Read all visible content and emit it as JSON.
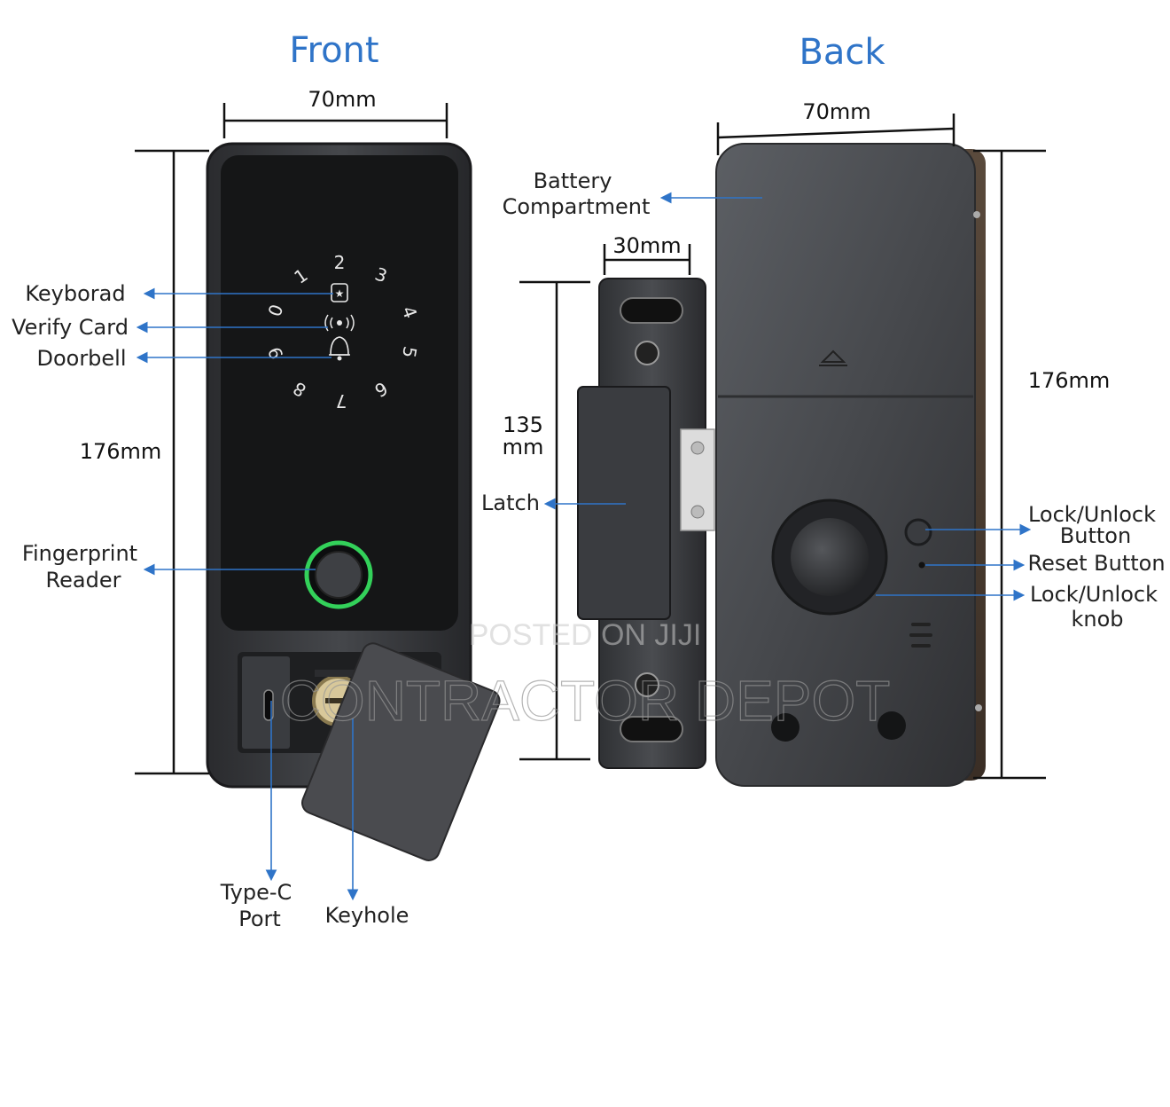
{
  "titles": {
    "front": "Front",
    "back": "Back"
  },
  "dimensions": {
    "front_width": "70mm",
    "front_height": "176mm",
    "back_width": "70mm",
    "back_height": "176mm",
    "latch_width": "30mm",
    "latch_height_line1": "135",
    "latch_height_line2": "mm"
  },
  "front_labels": {
    "keyboard": "Keyborad",
    "verify_card": "Verify Card",
    "doorbell": "Doorbell",
    "fingerprint_line1": "Fingerprint",
    "fingerprint_line2": "Reader",
    "typec_line1": "Type-C",
    "typec_line2": "Port",
    "keyhole": "Keyhole"
  },
  "back_labels": {
    "battery_line1": "Battery",
    "battery_line2": "Compartment",
    "latch": "Latch",
    "lock_button_line1": "Lock/Unlock",
    "lock_button_line2": "Button",
    "reset_button": "Reset Button",
    "lock_knob_line1": "Lock/Unlock",
    "lock_knob_line2": "knob"
  },
  "keypad_digits": [
    "1",
    "2",
    "3",
    "4",
    "5",
    "6",
    "7",
    "8",
    "9",
    "0"
  ],
  "watermarks": {
    "line1": "POSTED ON JIJI",
    "line2": "CONTRACTOR DEPOT"
  },
  "colors": {
    "title": "#2f74c8",
    "arrow": "#2f74c8",
    "fingerprint_ring": "#33d15a",
    "device_body": "#3a3c40"
  }
}
